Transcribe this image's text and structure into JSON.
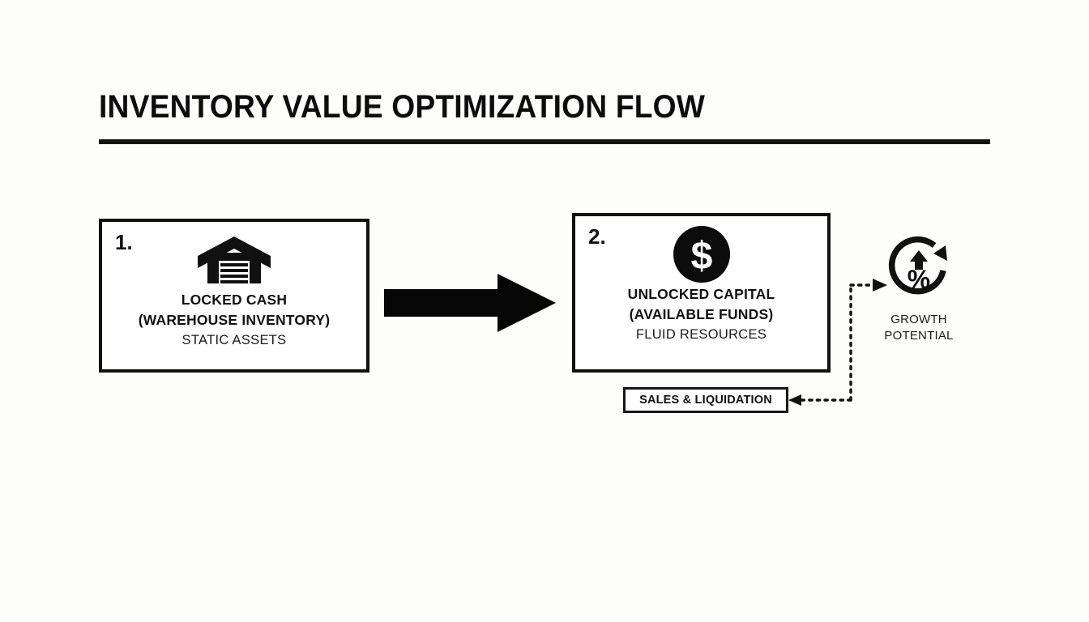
{
  "page": {
    "title": "INVENTORY VALUE OPTIMIZATION FLOW",
    "background_color": "#fdfdfc",
    "ink_color": "#111111"
  },
  "stages": [
    {
      "number": "1.",
      "icon": "warehouse-icon",
      "title_line_1": "LOCKED CASH",
      "title_line_2": "(WAREHOUSE INVENTORY)",
      "subtitle": "STATIC ASSETS"
    },
    {
      "number": "2.",
      "icon": "dollar-coin-icon",
      "title_line_1": "UNLOCKED CAPITAL",
      "title_line_2": "(AVAILABLE FUNDS)",
      "subtitle": "FLUID RESOURCES"
    }
  ],
  "flow_arrow": {
    "icon": "right-block-arrow-icon",
    "direction": "right",
    "style": "solid"
  },
  "sales_box": {
    "label": "SALES & LIQUIDATION"
  },
  "feedback_path": {
    "style": "dotted",
    "arrow_into_sales": "left-arrowhead-icon",
    "arrow_into_growth": "right-arrowhead-icon"
  },
  "growth": {
    "icon": "growth-percent-cycle-icon",
    "label": "GROWTH\nPOTENTIAL"
  }
}
